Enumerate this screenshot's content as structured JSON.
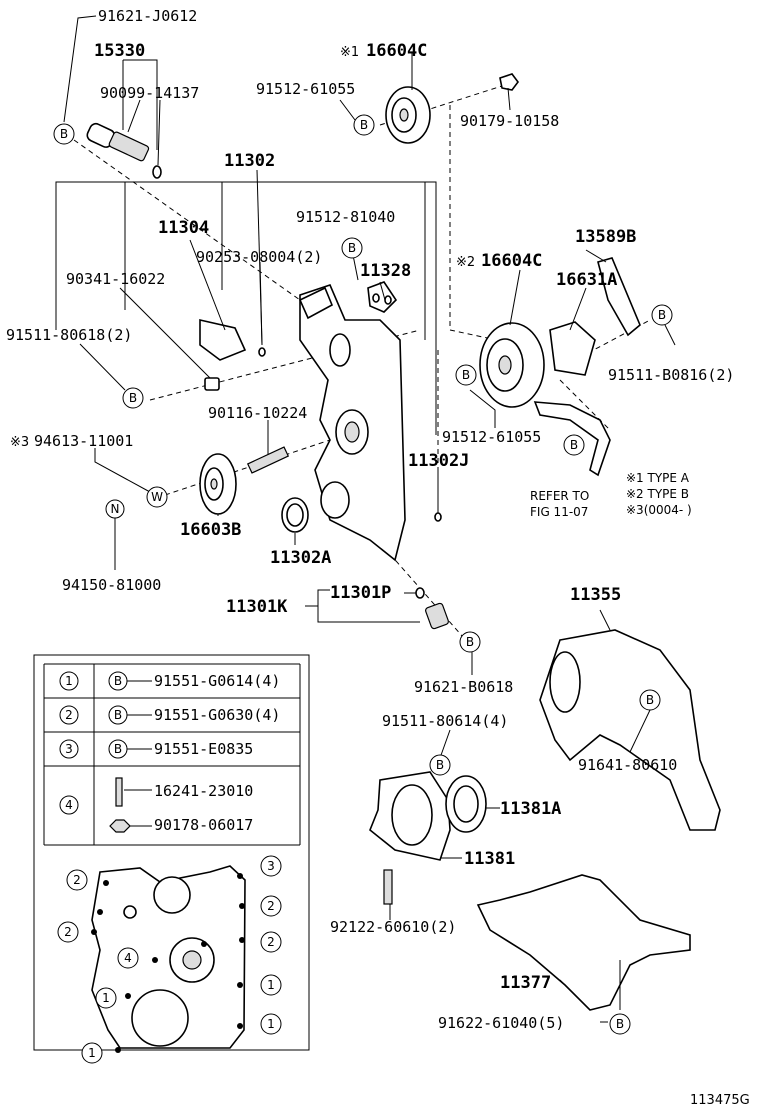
{
  "parts": {
    "p91621_j0612": "91621-J0612",
    "p15330": "15330",
    "p90099_14137": "90099-14137",
    "p16604c_1": "16604C",
    "p16604c_1_mark": "※1",
    "p91512_61055_top": "91512-61055",
    "p90179_10158": "90179-10158",
    "p11302": "11302",
    "p11304": "11304",
    "p91512_81040": "91512-81040",
    "p90253_08004": "90253-08004(2)",
    "p11328": "11328",
    "p90341_16022": "90341-16022",
    "p91511_80618": "91511-80618(2)",
    "p16604c_2": "16604C",
    "p16604c_2_mark": "※2",
    "p13589b": "13589B",
    "p16631a": "16631A",
    "p91511_b0816": "91511-B0816(2)",
    "p90116_10224": "90116-10224",
    "p94613_11001": "94613-11001",
    "p94613_11001_mark": "※3",
    "p91512_61055_mid": "91512-61055",
    "p11302j": "11302J",
    "p16603b": "16603B",
    "p11302a": "11302A",
    "p94150_81000": "94150-81000",
    "p11301k": "11301K",
    "p11301p": "11301P",
    "p11355": "11355",
    "p91621_b0618": "91621-B0618",
    "p91511_80614": "91511-80614(4)",
    "p91641_80610": "91641-80610",
    "p11381a": "11381A",
    "p11381": "11381",
    "p92122_60610": "92122-60610(2)",
    "p11377": "11377",
    "p91622_61040": "91622-61040(5)"
  },
  "refer": {
    "line1": "REFER TO",
    "line2": "FIG 11-07"
  },
  "notes": {
    "n1": "※1 TYPE A",
    "n2": "※2 TYPE B",
    "n3": "※3(0004-      )"
  },
  "symbols": {
    "bolt": "B",
    "washer": "W",
    "nut": "N"
  },
  "legend_table": {
    "rows": [
      {
        "num": "1",
        "part": "91551-G0614(4)"
      },
      {
        "num": "2",
        "part": "91551-G0630(4)"
      },
      {
        "num": "3",
        "part": "91551-E0835"
      },
      {
        "num": "4",
        "part_a": "16241-23010",
        "part_b": "90178-06017"
      }
    ]
  },
  "inset_markers": [
    "2",
    "3",
    "2",
    "2",
    "2",
    "4",
    "1",
    "1",
    "1",
    "1"
  ],
  "figure_id": "113475G"
}
